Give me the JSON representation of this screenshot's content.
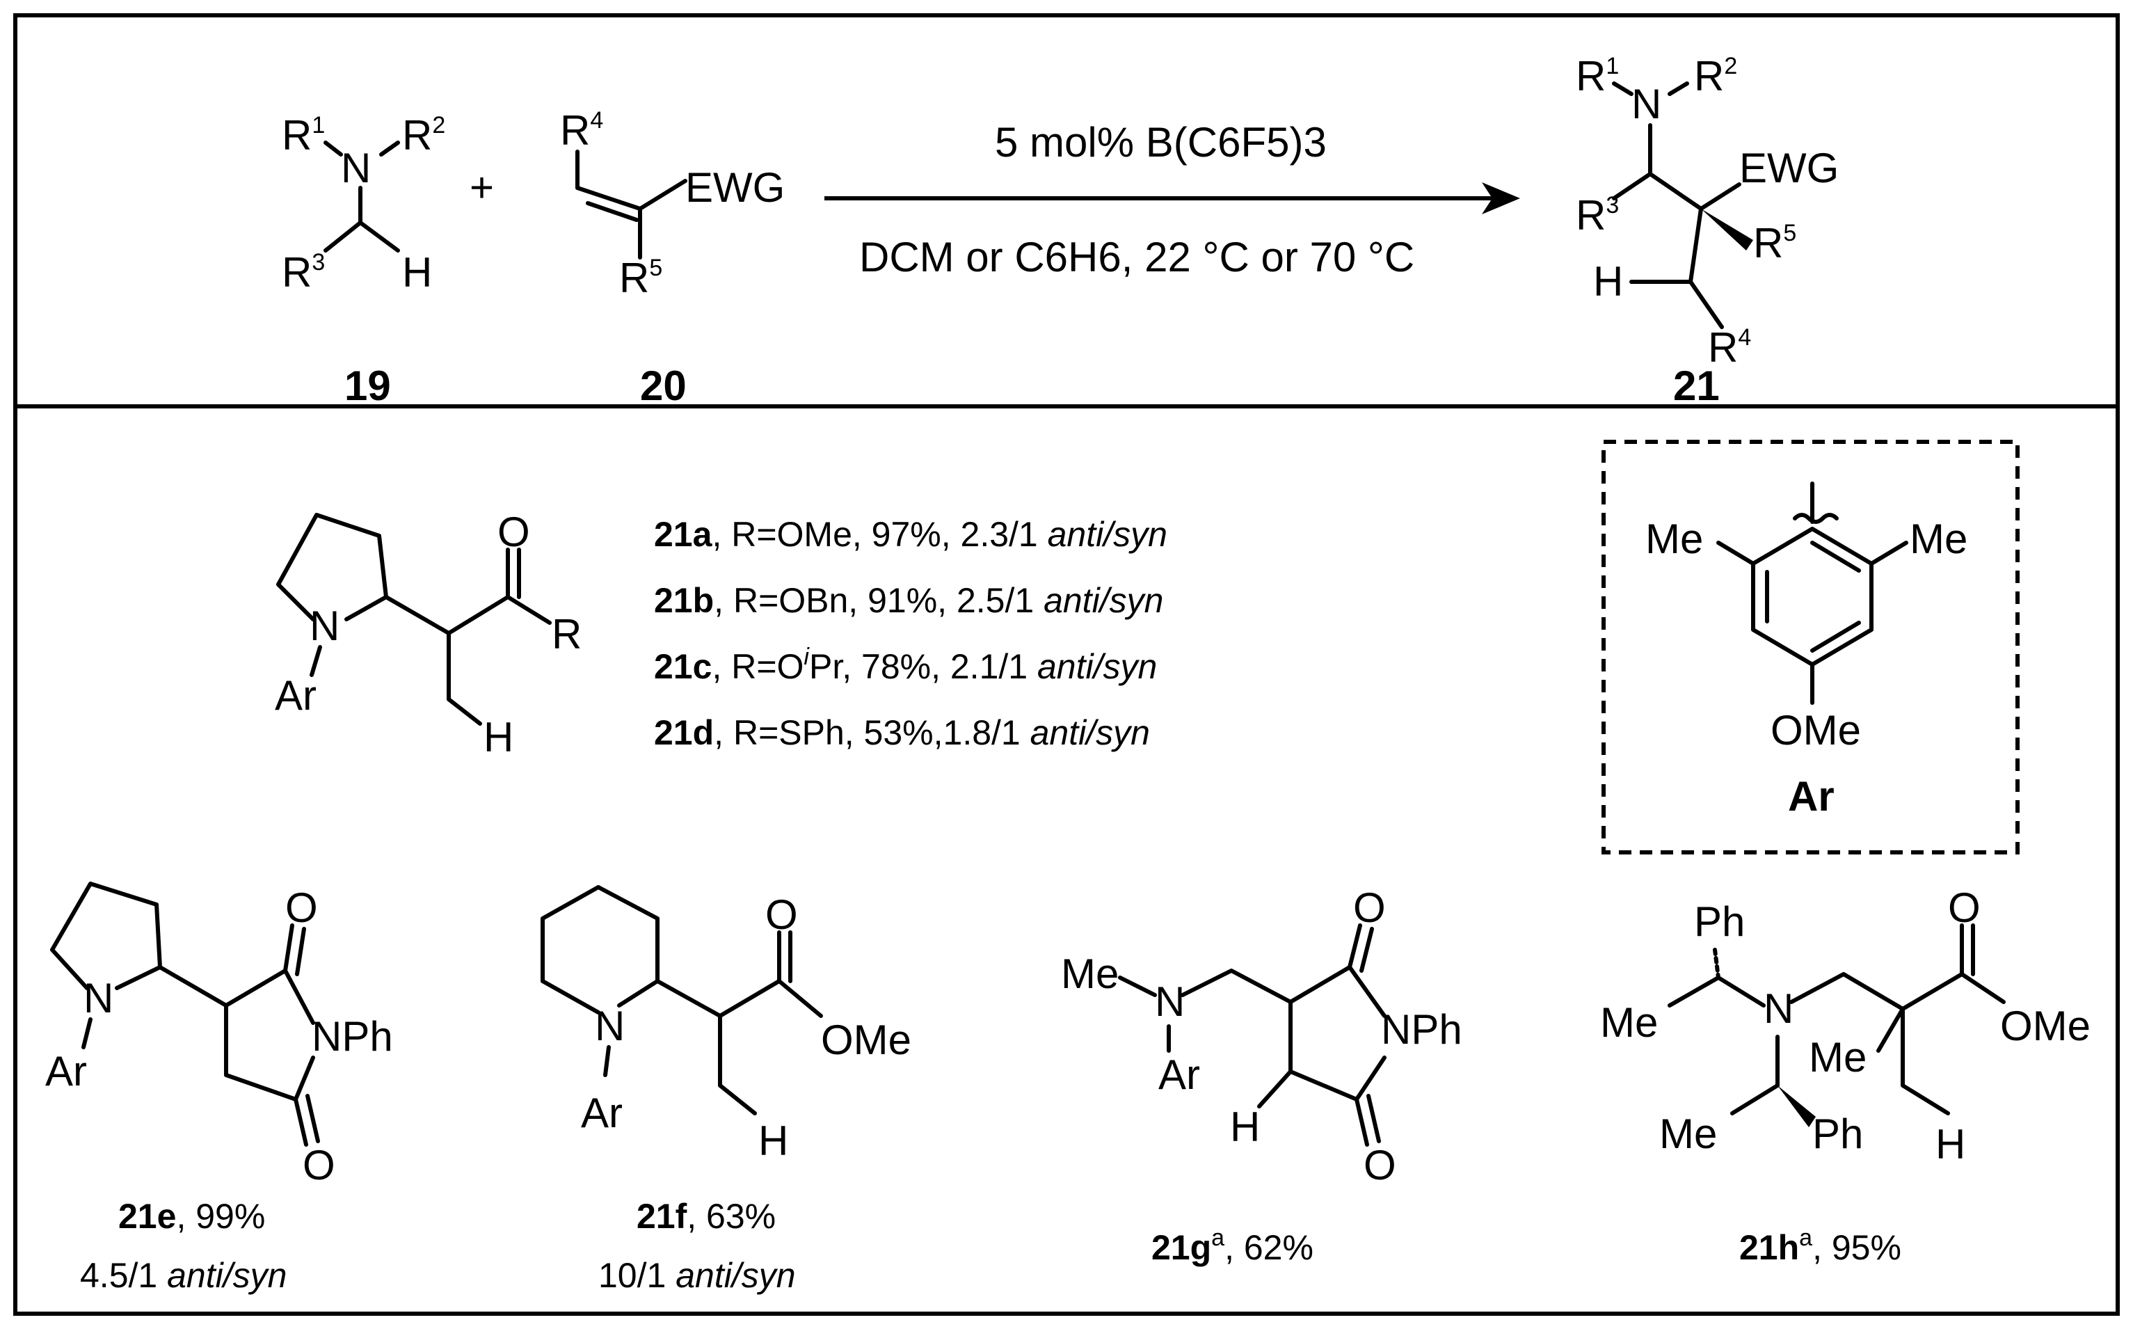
{
  "reaction": {
    "reactant_19_label": "19",
    "reactant_20_label": "20",
    "product_21_label": "21",
    "plus": "+",
    "condition_top": "5 mol%  B(C6F5)3",
    "condition_bottom": "DCM or C6H6, 22 °C or 70 °C",
    "atoms": {
      "N": "N",
      "H": "H",
      "EWG": "EWG",
      "R1": "R",
      "R2": "R",
      "R3": "R",
      "R4": "R",
      "R5": "R",
      "sup1": "1",
      "sup2": "2",
      "sup3": "3",
      "sup4": "4",
      "sup5": "5"
    }
  },
  "entries": [
    {
      "id": "21a",
      "text": ", R=OMe, 97%, 2.3/1 ",
      "ratio_label": "anti/syn"
    },
    {
      "id": "21b",
      "text": ", R=OBn, 91%, 2.5/1 ",
      "ratio_label": "anti/syn"
    },
    {
      "id": "21c",
      "text_pre": ", R=O",
      "sup": "i",
      "text_post": "Pr, 78%, 2.1/1 ",
      "ratio_label": "anti/syn"
    },
    {
      "id": "21d",
      "text": ", R=SPh, 53%,1.8/1 ",
      "ratio_label": "anti/syn"
    }
  ],
  "ar_box": {
    "label": "Ar",
    "me_left": "Me",
    "me_right": "Me",
    "ome": "OMe"
  },
  "compounds": [
    {
      "id": "21e",
      "yield": ", 99%",
      "ratio": "4.5/1 ",
      "ratio_label": "anti/syn"
    },
    {
      "id": "21f",
      "yield": ", 63%",
      "ratio": "10/1 ",
      "ratio_label": "anti/syn"
    },
    {
      "id": "21g",
      "sup": "a",
      "yield": ", 62%"
    },
    {
      "id": "21h",
      "sup": "a",
      "yield": ", 95%"
    }
  ],
  "struct_labels": {
    "O": "O",
    "N": "N",
    "Ar": "Ar",
    "R": "R",
    "H": "H",
    "NPh": "NPh",
    "OMe": "OMe",
    "Me": "Me",
    "Ph": "Ph"
  }
}
